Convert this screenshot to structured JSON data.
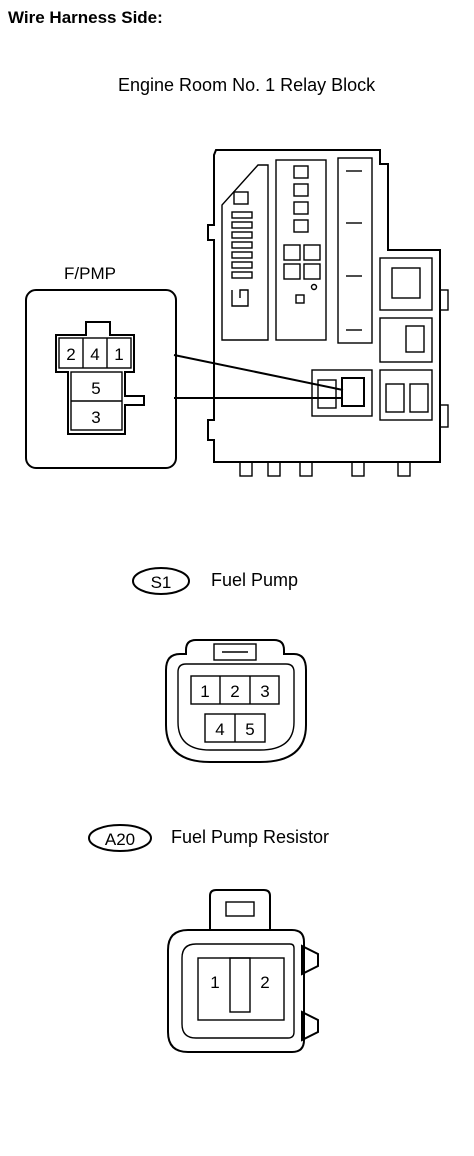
{
  "title": "Wire Harness Side:",
  "relay_block": {
    "name": "Engine Room No. 1 Relay Block",
    "detail_label": "F/PMP",
    "pins_top": [
      "2",
      "4",
      "1"
    ],
    "pins_bottom": [
      "5",
      "3"
    ]
  },
  "connectors": [
    {
      "code": "S1",
      "name": "Fuel Pump",
      "pins_top": [
        "1",
        "2",
        "3"
      ],
      "pins_bottom": [
        "4",
        "5"
      ]
    },
    {
      "code": "A20",
      "name": "Fuel Pump Resistor",
      "pins": [
        "1",
        "2"
      ]
    }
  ]
}
